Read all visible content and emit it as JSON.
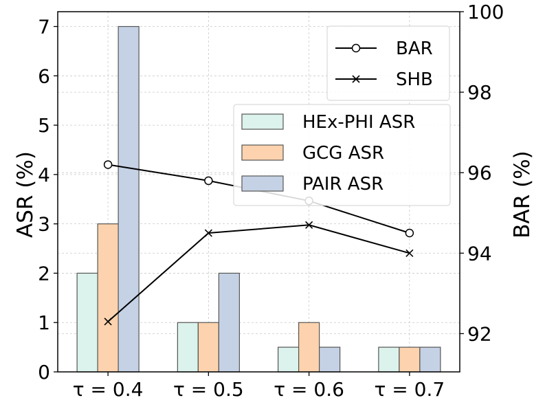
{
  "chart_data": {
    "type": "bar",
    "categories": [
      "τ = 0.4",
      "τ = 0.5",
      "τ = 0.6",
      "τ = 0.7"
    ],
    "bar_series": [
      {
        "name": "HEx-PHI ASR",
        "values": [
          2,
          1,
          0.5,
          0.5
        ],
        "color": "#dcf2ec"
      },
      {
        "name": "GCG ASR",
        "values": [
          3,
          1,
          1,
          0.5
        ],
        "color": "#fcd3ae"
      },
      {
        "name": "PAIR ASR",
        "values": [
          7,
          2,
          0.5,
          0.5
        ],
        "color": "#c5d2e5"
      }
    ],
    "line_series": [
      {
        "name": "BAR",
        "values": [
          96.2,
          95.8,
          95.3,
          94.5
        ],
        "marker": "circle",
        "color": "#000000"
      },
      {
        "name": "SHB",
        "values": [
          92.3,
          94.5,
          94.7,
          94.0
        ],
        "marker": "x",
        "color": "#000000"
      }
    ],
    "ylabel": "ASR (%)",
    "y2label": "BAR (%)",
    "ylim": [
      0,
      7.3
    ],
    "y2lim": [
      91.05,
      100
    ],
    "yticks": [
      0,
      1,
      2,
      3,
      4,
      5,
      6,
      7
    ],
    "y2ticks": [
      92,
      94,
      96,
      98,
      100
    ],
    "grid": true,
    "bar_legend_position": "center-right",
    "line_legend_position": "upper-right"
  }
}
